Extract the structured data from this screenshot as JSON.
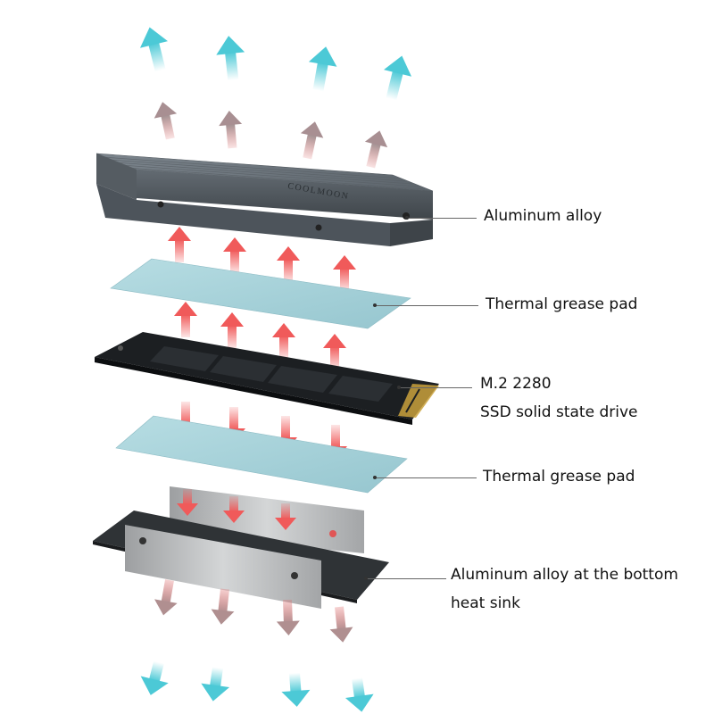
{
  "brand_text": "COOLMOON",
  "callouts": {
    "aluminum_alloy": "Aluminum alloy",
    "thermal_pad_top": "Thermal grease pad",
    "ssd_line1": "M.2 2280",
    "ssd_line2": "SSD solid state drive",
    "thermal_pad_bottom": "Thermal grease pad",
    "bottom_line1": "Aluminum alloy at the bottom",
    "bottom_line2": "heat sink"
  },
  "colors": {
    "arrow_cool": "#4cc9d6",
    "arrow_warm_grey": "#d08a8a",
    "arrow_hot": "#f05a5a",
    "heatsink_top": "#6e7780",
    "heatsink_side": "#4d545b",
    "thermal_pad": "#a9d3da",
    "ssd_pcb": "#1c1f22",
    "bottom_plate": "#2f3336",
    "bottom_bracket": "#b7b9bb"
  }
}
